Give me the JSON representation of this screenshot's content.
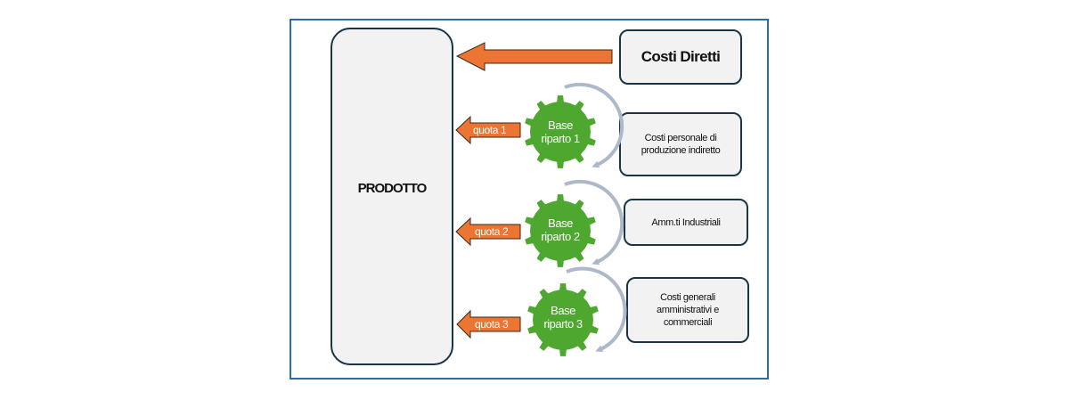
{
  "diagram": {
    "product": {
      "label": "PRODOTTO"
    },
    "direct_costs": {
      "label": "Costi Diretti"
    },
    "allocations": [
      {
        "cost_pool": "Costi  personale di produzione indiretto",
        "base": "Base riparto 1",
        "base_line1": "Base",
        "base_line2": "riparto 1",
        "quota": "quota 1"
      },
      {
        "cost_pool": "Amm.ti Industriali",
        "base": "Base riparto 2",
        "base_line1": "Base",
        "base_line2": "riparto 2",
        "quota": "quota 2"
      },
      {
        "cost_pool": "Costi generali amministrativi e commerciali",
        "base": "Base riparto 3",
        "base_line1": "Base",
        "base_line2": "riparto 3",
        "quota": "quota 3"
      }
    ],
    "colors": {
      "frame": "#2e6da4",
      "box_fill": "#f2f2f2",
      "box_border": "#1b3446",
      "arrow": "#ec7533",
      "gear": "#4ea72e",
      "cycle_arrow": "#adb9ca"
    }
  }
}
